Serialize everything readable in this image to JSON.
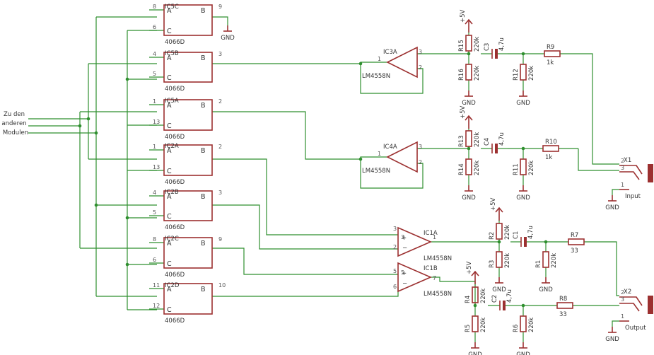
{
  "colors": {
    "wire": "#2f8f2f",
    "symbol": "#9c3030",
    "text": "#333333",
    "background": "#ffffff"
  },
  "switches": [
    {
      "ref": "IC5C",
      "part": "4066D",
      "pin_a": "8",
      "pin_c": "6",
      "pin_b": "9",
      "a": "A",
      "b": "B",
      "c": "C"
    },
    {
      "ref": "IC5B",
      "part": "4066D",
      "pin_a": "4",
      "pin_c": "5",
      "pin_b": "3",
      "a": "A",
      "b": "B",
      "c": "C"
    },
    {
      "ref": "IC5A",
      "part": "4066D",
      "pin_a": "1",
      "pin_c": "13",
      "pin_b": "2",
      "a": "A",
      "b": "B",
      "c": "C"
    },
    {
      "ref": "IC2A",
      "part": "4066D",
      "pin_a": "1",
      "pin_c": "13",
      "pin_b": "2",
      "a": "A",
      "b": "B",
      "c": "C"
    },
    {
      "ref": "IC2B",
      "part": "4066D",
      "pin_a": "4",
      "pin_c": "5",
      "pin_b": "3",
      "a": "A",
      "b": "B",
      "c": "C"
    },
    {
      "ref": "IC2C",
      "part": "4066D",
      "pin_a": "8",
      "pin_c": "6",
      "pin_b": "9",
      "a": "A",
      "b": "B",
      "c": "C"
    },
    {
      "ref": "IC2D",
      "part": "4066D",
      "pin_a": "11",
      "pin_c": "12",
      "pin_b": "10",
      "a": "A",
      "b": "B",
      "c": "C"
    }
  ],
  "bus_label": [
    "Zu den",
    "anderen",
    "Modulen"
  ],
  "gnd_label": "GND",
  "vcc_label": "+5V",
  "buffers": [
    {
      "ref": "IC3A",
      "part": "LM4558N",
      "pin_in": "1",
      "pin_p": "3",
      "pin_m": "2"
    },
    {
      "ref": "IC4A",
      "part": "LM4558N",
      "pin_in": "1",
      "pin_p": "3",
      "pin_m": "2"
    }
  ],
  "opamps": [
    {
      "ref": "IC1A",
      "part": "LM4558N",
      "plus": "3",
      "minus": "2",
      "out": "1"
    },
    {
      "ref": "IC1B",
      "part": "LM4558N",
      "plus": "5",
      "minus": "6",
      "out": "7"
    }
  ],
  "resistors": [
    {
      "ref": "R15",
      "value": "220k"
    },
    {
      "ref": "R16",
      "value": "220k"
    },
    {
      "ref": "R12",
      "value": "220k"
    },
    {
      "ref": "R9",
      "value": "1k"
    },
    {
      "ref": "R13",
      "value": "220k"
    },
    {
      "ref": "R14",
      "value": "220k"
    },
    {
      "ref": "R11",
      "value": "220k"
    },
    {
      "ref": "R10",
      "value": "1k"
    },
    {
      "ref": "R2",
      "value": "220k"
    },
    {
      "ref": "R3",
      "value": "220k"
    },
    {
      "ref": "R1",
      "value": "220k"
    },
    {
      "ref": "R7",
      "value": "33"
    },
    {
      "ref": "R4",
      "value": "220k"
    },
    {
      "ref": "R5",
      "value": "220k"
    },
    {
      "ref": "R6",
      "value": "220k"
    },
    {
      "ref": "R8",
      "value": "33"
    }
  ],
  "capacitors": [
    {
      "ref": "C3",
      "value": "4,7u"
    },
    {
      "ref": "C4",
      "value": "4,7u"
    },
    {
      "ref": "C1",
      "value": "4,7u"
    },
    {
      "ref": "C2",
      "value": "4,7u"
    }
  ],
  "connectors": [
    {
      "ref": "X1",
      "label": "Input",
      "pins": [
        "2",
        "3",
        "1"
      ]
    },
    {
      "ref": "X2",
      "label": "Output",
      "pins": [
        "2",
        "3",
        "1"
      ]
    }
  ]
}
